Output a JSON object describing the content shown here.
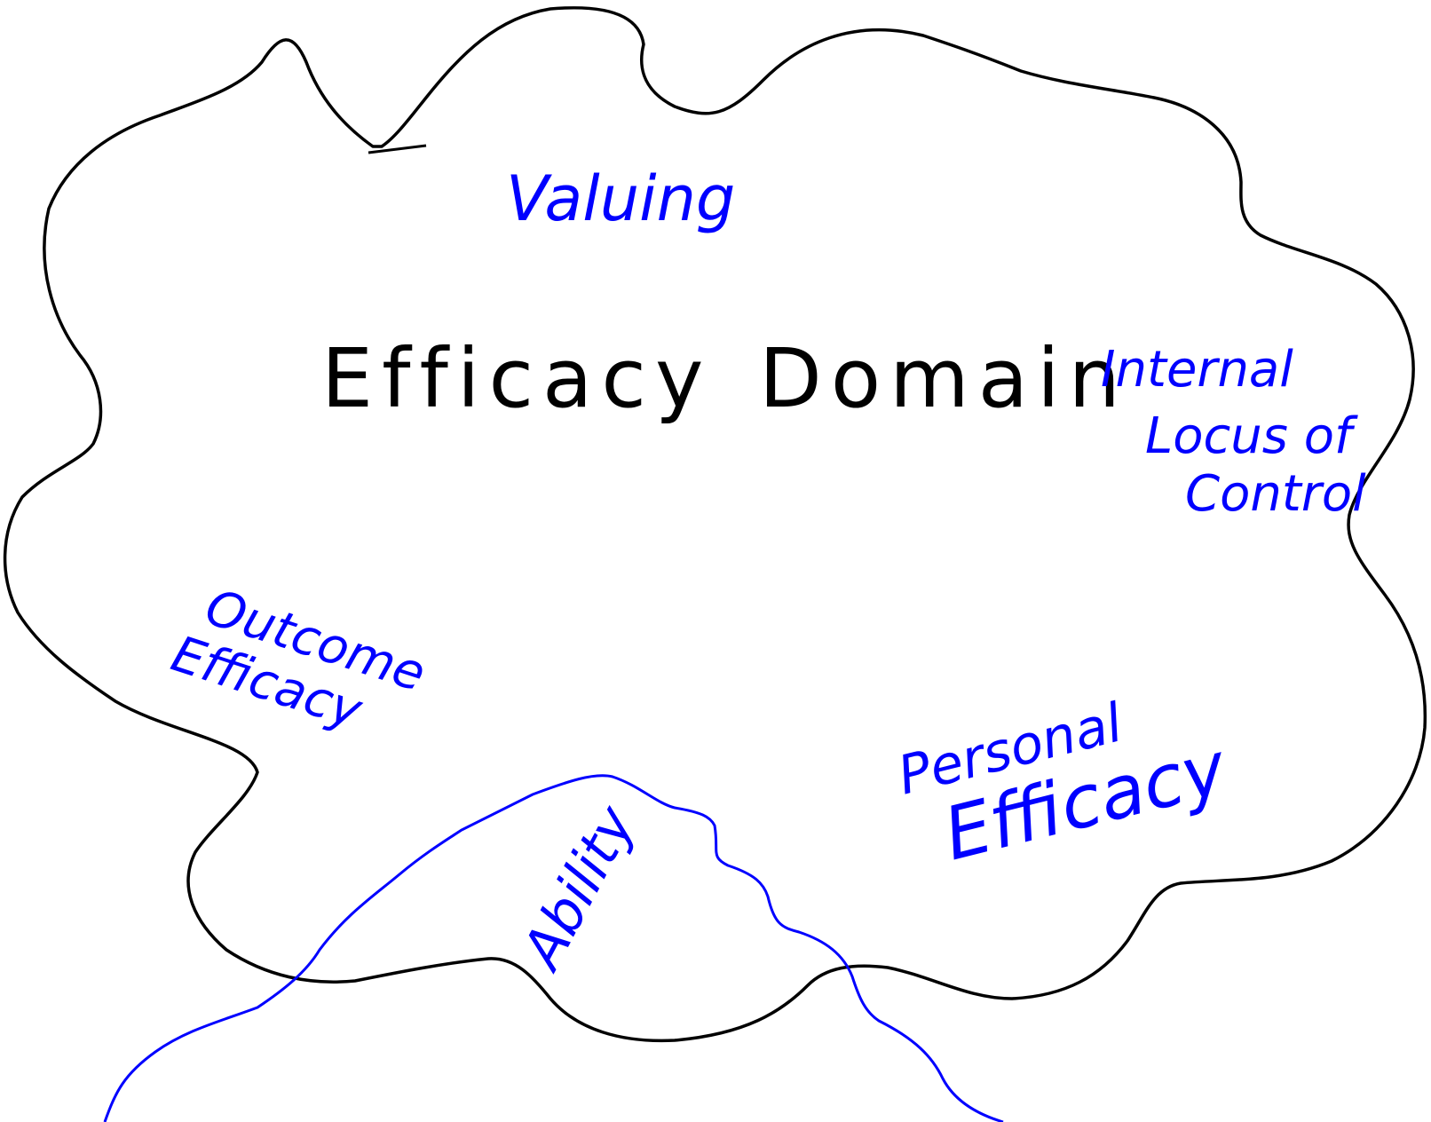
{
  "diagram": {
    "title_left": "Efficacy",
    "title_right": "Domain",
    "labels": {
      "valuing": "Valuing",
      "internal_locus": [
        "Internal",
        "Locus of",
        "Control"
      ],
      "outcome_efficacy": [
        "Outcome",
        "Efficacy"
      ],
      "personal_efficacy": [
        "Personal",
        "Efficacy"
      ],
      "ability": "Ability"
    },
    "colors": {
      "outline": "#000000",
      "annotation": "#0000ff",
      "background": "#ffffff"
    }
  }
}
